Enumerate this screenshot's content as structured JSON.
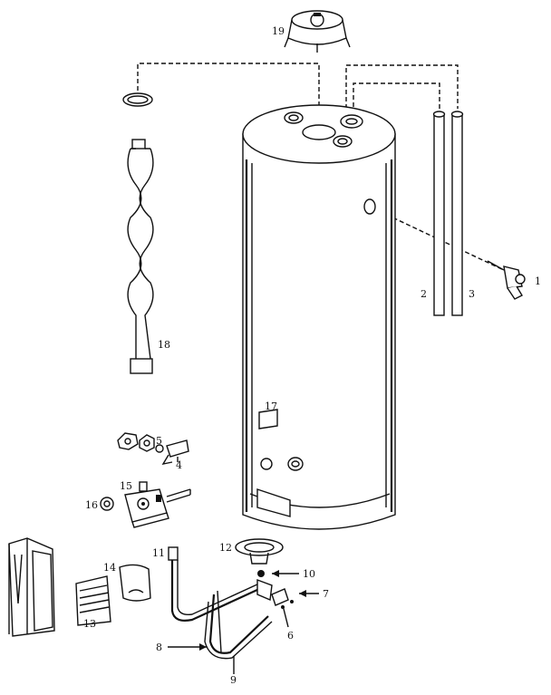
{
  "diagram": {
    "parts": [
      {
        "id": "valve",
        "number": "1"
      },
      {
        "id": "dip-tube-2",
        "number": "2"
      },
      {
        "id": "dip-tube-3",
        "number": "3"
      },
      {
        "id": "fitting",
        "number": "4"
      },
      {
        "id": "nut",
        "number": "5"
      },
      {
        "id": "bracket",
        "number": "6"
      },
      {
        "id": "clip",
        "number": "7"
      },
      {
        "id": "tube",
        "number": "8"
      },
      {
        "id": "pilot-tube",
        "number": "9"
      },
      {
        "id": "orifice",
        "number": "10"
      },
      {
        "id": "manifold",
        "number": "11"
      },
      {
        "id": "burner",
        "number": "12"
      },
      {
        "id": "shield",
        "number": "13"
      },
      {
        "id": "door",
        "number": "14"
      },
      {
        "id": "gas-control",
        "number": "15"
      },
      {
        "id": "knob",
        "number": "16"
      },
      {
        "id": "label",
        "number": "17"
      },
      {
        "id": "flue-baffle",
        "number": "18"
      },
      {
        "id": "draft-hood",
        "number": "19"
      }
    ]
  }
}
